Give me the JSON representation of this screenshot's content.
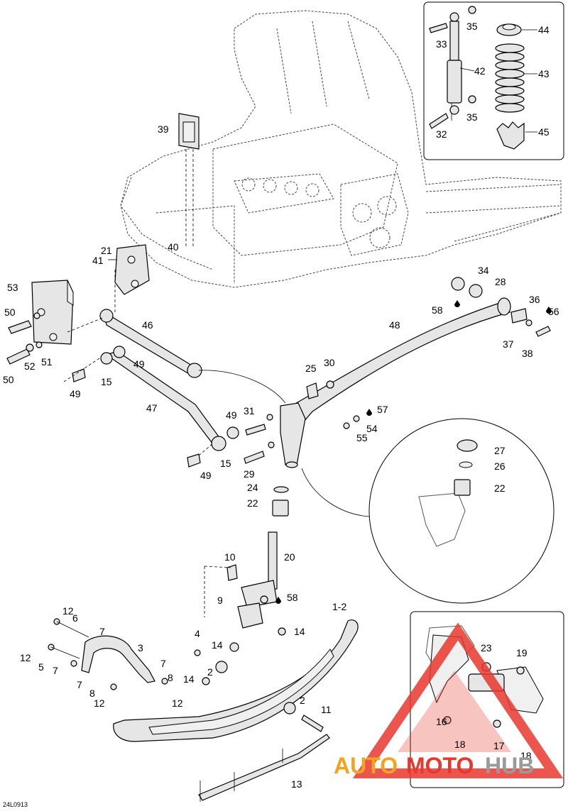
{
  "diagram_code": "24L0913",
  "watermark": {
    "auto": "AUTO",
    "moto": "MOTO",
    "hub": "HUB",
    "colors": {
      "auto": "#f4a321",
      "moto": "#e8382e",
      "hub": "#9a9a9a",
      "triangle": "#e8382e"
    }
  },
  "callouts": {
    "c1_2": "1-2",
    "c3": "3",
    "c4": "4",
    "c5": "5",
    "c6": "6",
    "c7a": "7",
    "c7b": "7",
    "c7c": "7",
    "c7d": "7",
    "c8a": "8",
    "c8b": "8",
    "c9": "9",
    "c10": "10",
    "c11": "11",
    "c12a": "12",
    "c12b": "12",
    "c12c": "12",
    "c12d": "12",
    "c13": "13",
    "c14a": "14",
    "c14b": "14",
    "c14c": "14",
    "c15a": "15",
    "c15b": "15",
    "c16": "16",
    "c17": "17",
    "c18a": "18",
    "c18b": "18",
    "c19": "19",
    "c20": "20",
    "c21": "21",
    "c22a": "22",
    "c22b": "22",
    "c23": "23",
    "c24": "24",
    "c25": "25",
    "c26": "26",
    "c27": "27",
    "c28": "28",
    "c29": "29",
    "c30": "30",
    "c31": "31",
    "c32": "32",
    "c33": "33",
    "c34": "34",
    "c35a": "35",
    "c35b": "35",
    "c36": "36",
    "c37": "37",
    "c38": "38",
    "c39": "39",
    "c40": "40",
    "c41": "41",
    "c42": "42",
    "c43": "43",
    "c44": "44",
    "c45": "45",
    "c46": "46",
    "c47": "47",
    "c48": "48",
    "c49a": "49",
    "c49b": "49",
    "c49c": "49",
    "c49d": "49",
    "c50a": "50",
    "c50b": "50",
    "c51": "51",
    "c52": "52",
    "c53": "53",
    "c54": "54",
    "c55": "55",
    "c56": "56",
    "c57": "57",
    "c58a": "58",
    "c58b": "58",
    "c2a": "2",
    "c2b": "2"
  }
}
